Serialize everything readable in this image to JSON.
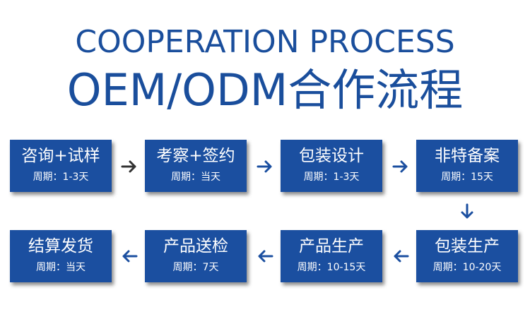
{
  "header": {
    "title_en": "COOPERATION PROCESS",
    "title_cn": "OEM/ODM合作流程"
  },
  "steps": [
    {
      "name": "咨询+试样",
      "period": "周期：1-3天"
    },
    {
      "name": "考察+签约",
      "period": "周期：当天"
    },
    {
      "name": "包装设计",
      "period": "周期：1-3天"
    },
    {
      "name": "非特备案",
      "period": "周期：15天"
    },
    {
      "name": "包装生产",
      "period": "周期：10-20天"
    },
    {
      "name": "产品生产",
      "period": "周期：10-15天"
    },
    {
      "name": "产品送检",
      "period": "周期：7天"
    },
    {
      "name": "结算发货",
      "period": "周期：当天"
    }
  ],
  "colors": {
    "primary": "#1b4fa0",
    "title": "#1a4e9c",
    "arrow_dark": "#333333",
    "arrow_blue": "#1b4fa0"
  }
}
